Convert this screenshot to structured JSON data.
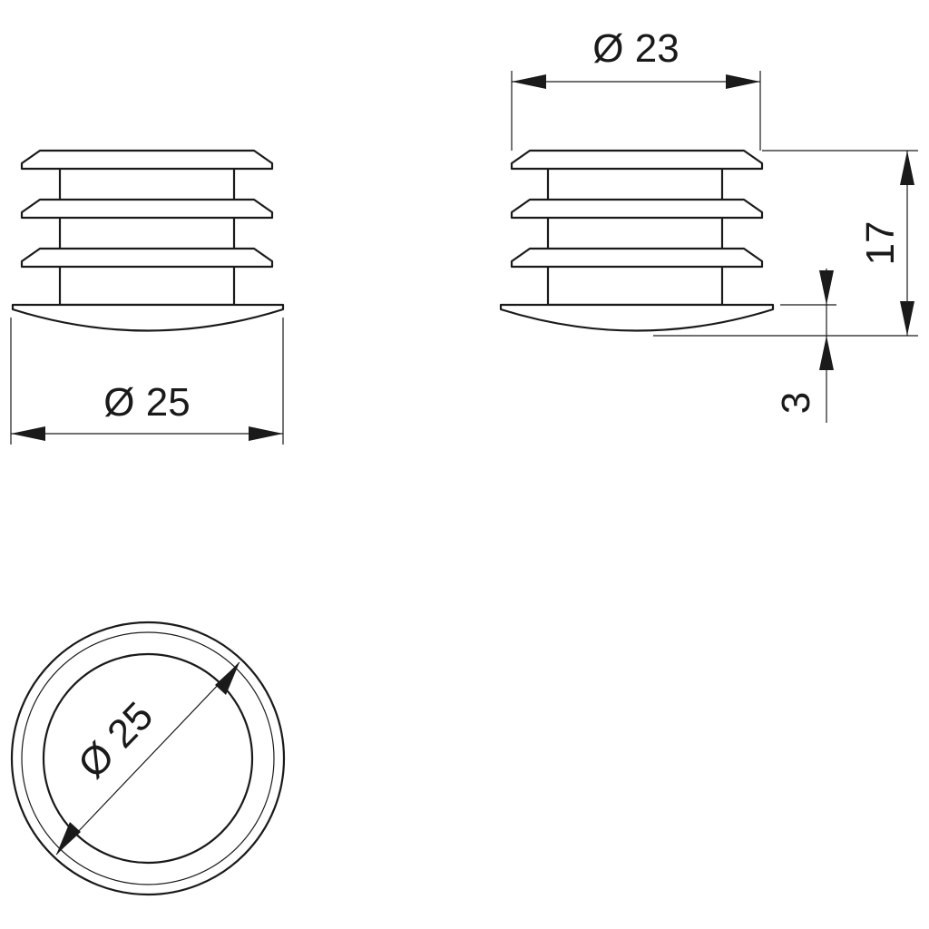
{
  "dimensions": {
    "front_diameter": "Ø 25",
    "side_diameter": "Ø 23",
    "height": "17",
    "cap_thickness": "3",
    "top_diameter": "Ø 25"
  },
  "colors": {
    "line": "#1a1a1a",
    "background": "#ffffff"
  }
}
